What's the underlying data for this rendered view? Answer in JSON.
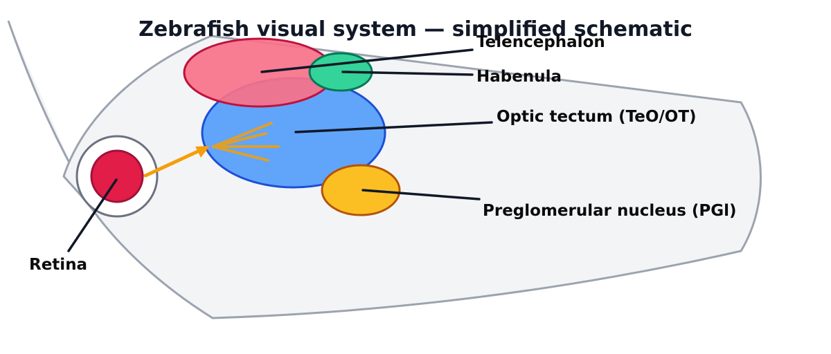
{
  "title": "Zebrafish visual system — simplified schematic",
  "labels": {
    "telencephalon": "Telencephalon",
    "habenula": "Habenula",
    "optic_tectum": "Optic tectum (TeO/OT)",
    "preglomerular": "Preglomerular nucleus (PGl)",
    "retina": "Retina"
  },
  "colors": {
    "title": "#111827",
    "text": "#0b0b0b",
    "leader": "#111827",
    "brain_fill": "#f3f4f6",
    "brain_stroke": "#9ca3af",
    "telencephalon": "#f87189",
    "habenula": "#34d399",
    "optic_tectum": "#60a5fa",
    "preglomerular": "#fbbf24",
    "retina": "#e11d48",
    "projection": "#f59e0b"
  }
}
